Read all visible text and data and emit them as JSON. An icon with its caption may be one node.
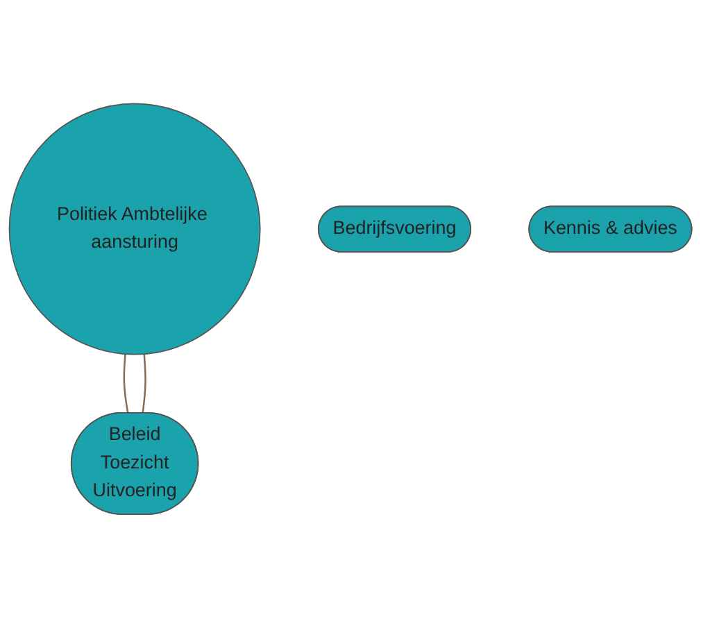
{
  "diagram": {
    "nodes": [
      {
        "text": [
          "Politiek Ambtelijke aansturing"
        ]
      },
      {
        "text": [
          "Bedrijfsvoering"
        ]
      },
      {
        "text": [
          "Kennis & advies"
        ]
      },
      {
        "text": [
          "Beleid",
          "Toezicht",
          "Uitvoering"
        ]
      }
    ],
    "edges": [
      {
        "from": 0,
        "to": 3,
        "arrow": "none"
      },
      {
        "from": 0,
        "to": 3,
        "arrow": "none"
      }
    ]
  }
}
